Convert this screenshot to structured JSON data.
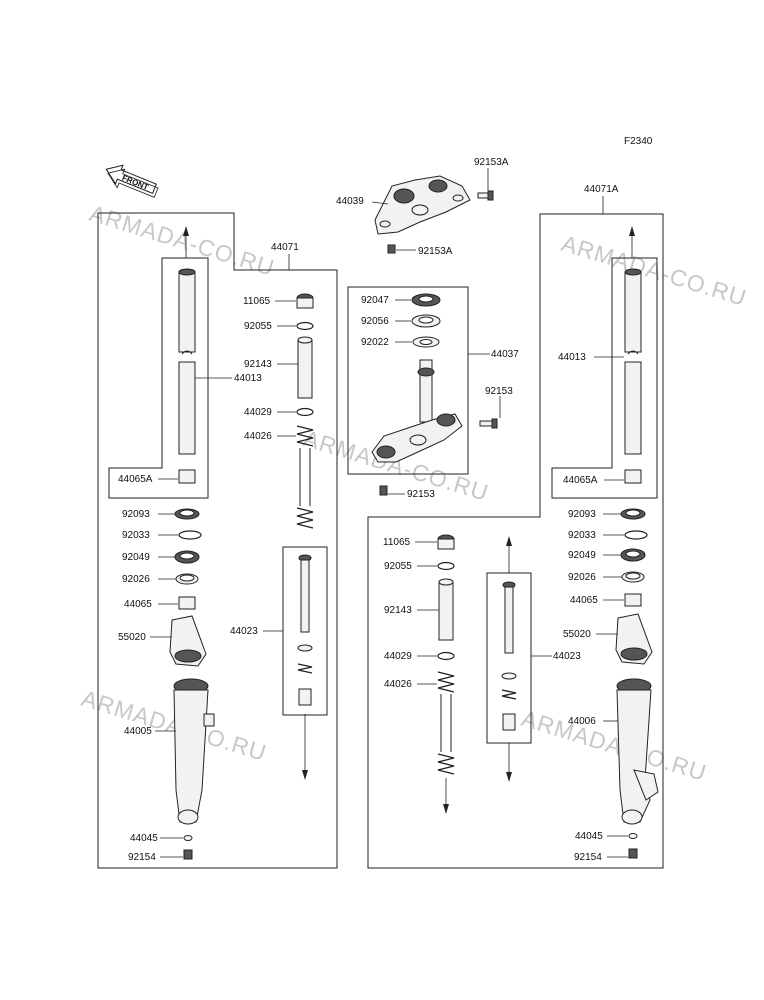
{
  "figure_code": "F2340",
  "front_label": "FRONT",
  "watermark": "ARMADA-CO.RU",
  "parts": {
    "top_bracket": "44039",
    "bolt_top_a": "92153A",
    "bolt_top_b": "92153A",
    "left_fork": "44071",
    "right_fork": "44071A",
    "stem_assy": "44037",
    "stem_bolt_a": "92153",
    "stem_bolt_b": "92153",
    "nut": "92047",
    "bearing": "92056",
    "washer": "92022",
    "left": {
      "cap": "11065",
      "oring": "92055",
      "collar": "92143",
      "washer": "44029",
      "spring": "44026",
      "tube": "44013",
      "guide": "44065A",
      "seal": "92093",
      "clip": "92033",
      "oil_seal": "92049",
      "ring": "92026",
      "bush": "44065",
      "cover": "55020",
      "cylinder": "44023",
      "lower": "44005",
      "gasket": "44045",
      "bolt": "92154"
    },
    "right": {
      "cap": "11065",
      "oring": "92055",
      "collar": "92143",
      "washer": "44029",
      "spring": "44026",
      "tube": "44013",
      "guide": "44065A",
      "seal": "92093",
      "clip": "92033",
      "oil_seal": "92049",
      "ring": "92026",
      "bush": "44065",
      "cover": "55020",
      "cylinder": "44023",
      "lower": "44006",
      "gasket": "44045",
      "bolt": "92154"
    }
  }
}
